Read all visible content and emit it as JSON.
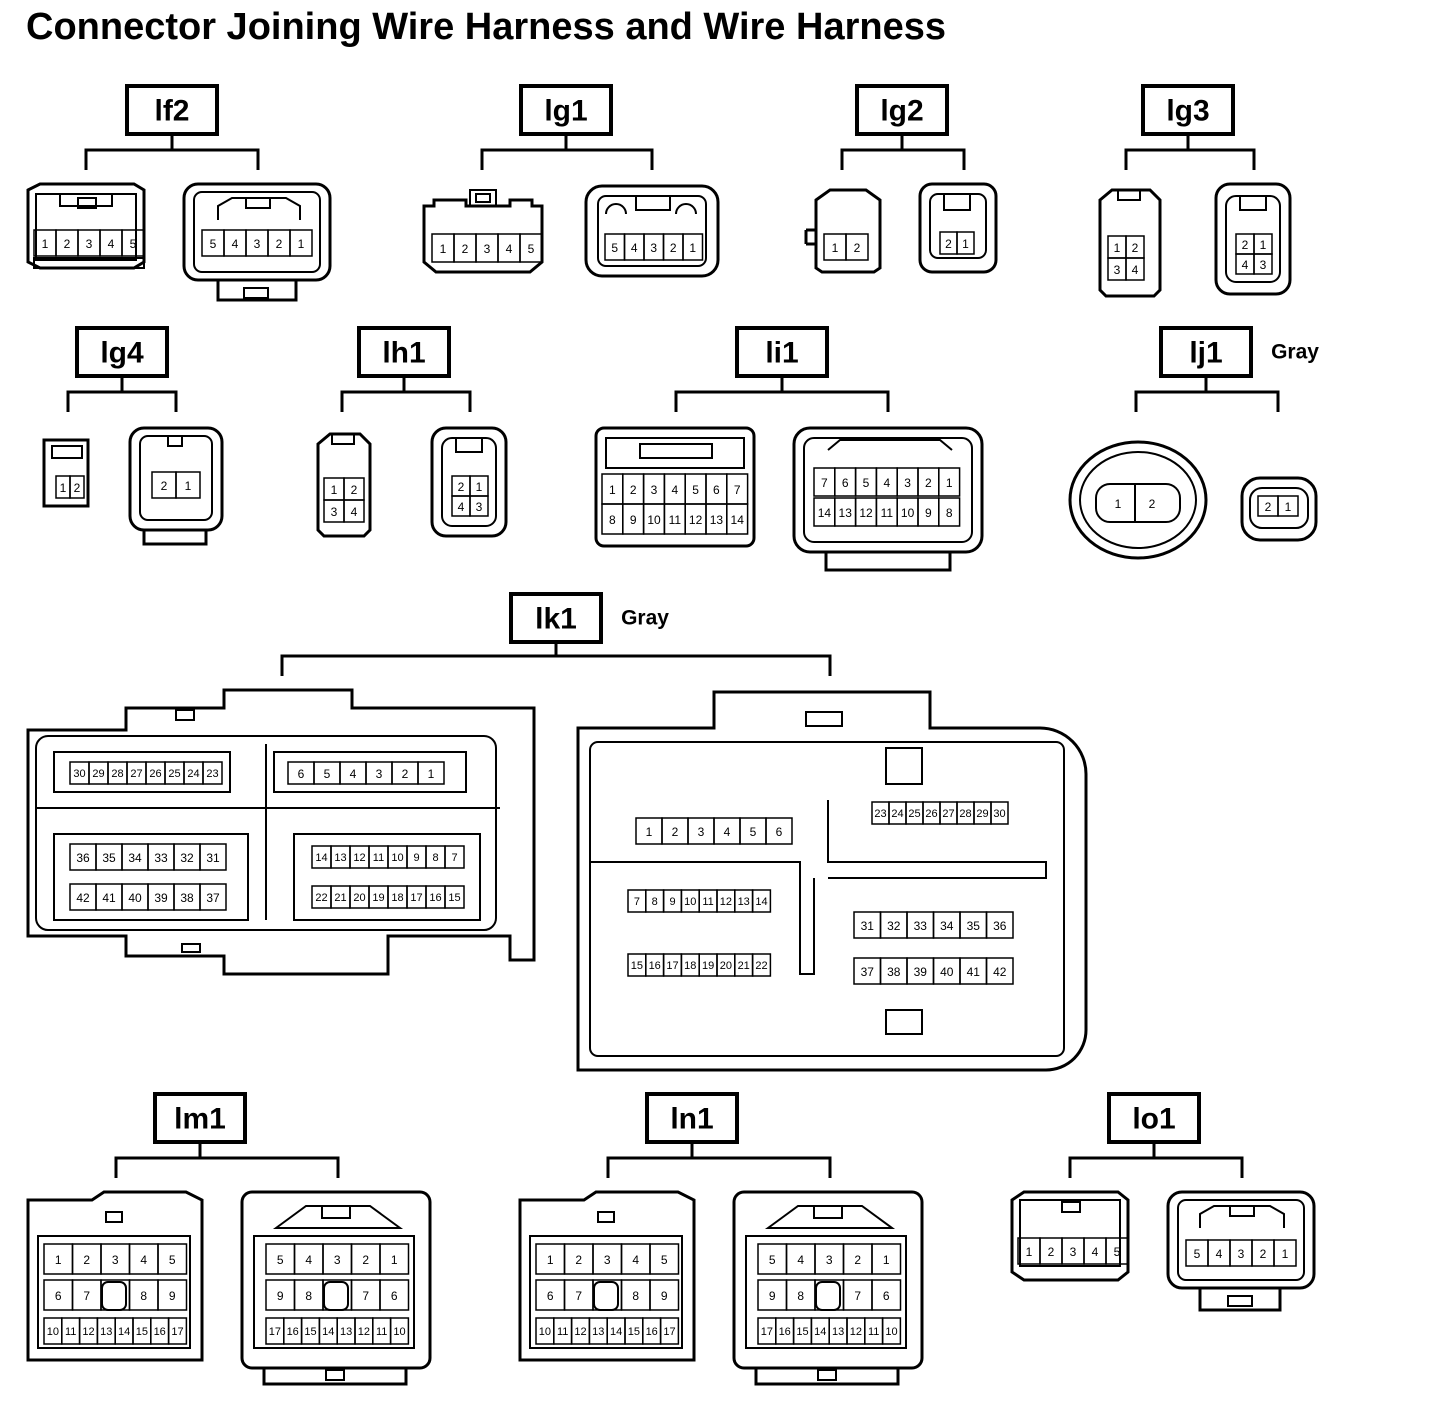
{
  "title": "Connector Joining Wire Harness and Wire Harness",
  "connectors": [
    {
      "id": "lf2",
      "label": "lf2",
      "color": ""
    },
    {
      "id": "lg1",
      "label": "lg1",
      "color": ""
    },
    {
      "id": "lg2",
      "label": "lg2",
      "color": ""
    },
    {
      "id": "lg3",
      "label": "lg3",
      "color": ""
    },
    {
      "id": "lg4",
      "label": "lg4",
      "color": ""
    },
    {
      "id": "lh1",
      "label": "lh1",
      "color": ""
    },
    {
      "id": "li1",
      "label": "li1",
      "color": ""
    },
    {
      "id": "lj1",
      "label": "lj1",
      "color": "Gray"
    },
    {
      "id": "lk1",
      "label": "lk1",
      "color": "Gray"
    },
    {
      "id": "lm1",
      "label": "lm1",
      "color": ""
    },
    {
      "id": "ln1",
      "label": "ln1",
      "color": ""
    },
    {
      "id": "lo1",
      "label": "lo1",
      "color": ""
    }
  ],
  "pins": {
    "lf2": {
      "left": [
        "1",
        "2",
        "3",
        "4",
        "5"
      ],
      "right": [
        "5",
        "4",
        "3",
        "2",
        "1"
      ]
    },
    "lg1": {
      "left": [
        "1",
        "2",
        "3",
        "4",
        "5"
      ],
      "right": [
        "5",
        "4",
        "3",
        "2",
        "1"
      ]
    },
    "lg2": {
      "left": [
        "1",
        "2"
      ],
      "right": [
        "2",
        "1"
      ]
    },
    "lg3": {
      "left": [
        [
          "1",
          "2"
        ],
        [
          "3",
          "4"
        ]
      ],
      "right": [
        [
          "2",
          "1"
        ],
        [
          "4",
          "3"
        ]
      ]
    },
    "lg4": {
      "left": [
        "1",
        "2"
      ],
      "right": [
        "2",
        "1"
      ]
    },
    "lh1": {
      "left": [
        [
          "1",
          "2"
        ],
        [
          "3",
          "4"
        ]
      ],
      "right": [
        [
          "2",
          "1"
        ],
        [
          "4",
          "3"
        ]
      ]
    },
    "li1": {
      "left": [
        [
          "1",
          "2",
          "3",
          "4",
          "5",
          "6",
          "7"
        ],
        [
          "8",
          "9",
          "10",
          "11",
          "12",
          "13",
          "14"
        ]
      ],
      "right": [
        [
          "7",
          "6",
          "5",
          "4",
          "3",
          "2",
          "1"
        ],
        [
          "14",
          "13",
          "12",
          "11",
          "10",
          "9",
          "8"
        ]
      ]
    },
    "lj1": {
      "left": [
        "1",
        "2"
      ],
      "right": [
        "2",
        "1"
      ]
    },
    "lk1": {
      "left": {
        "r1a": [
          "30",
          "29",
          "28",
          "27",
          "26",
          "25",
          "24",
          "23"
        ],
        "r1b": [
          "6",
          "5",
          "4",
          "3",
          "2",
          "1"
        ],
        "r2a": [
          "36",
          "35",
          "34",
          "33",
          "32",
          "31"
        ],
        "r2b": [
          "14",
          "13",
          "12",
          "11",
          "10",
          "9",
          "8",
          "7"
        ],
        "r3a": [
          "42",
          "41",
          "40",
          "39",
          "38",
          "37"
        ],
        "r3b": [
          "22",
          "21",
          "20",
          "19",
          "18",
          "17",
          "16",
          "15"
        ]
      },
      "right": {
        "a": [
          "1",
          "2",
          "3",
          "4",
          "5",
          "6"
        ],
        "b": [
          "23",
          "24",
          "25",
          "26",
          "27",
          "28",
          "29",
          "30"
        ],
        "c": [
          "7",
          "8",
          "9",
          "10",
          "11",
          "12",
          "13",
          "14"
        ],
        "d": [
          "31",
          "32",
          "33",
          "34",
          "35",
          "36"
        ],
        "e": [
          "15",
          "16",
          "17",
          "18",
          "19",
          "20",
          "21",
          "22"
        ],
        "f": [
          "37",
          "38",
          "39",
          "40",
          "41",
          "42"
        ]
      }
    },
    "lm1": {
      "left": [
        [
          "1",
          "2",
          "3",
          "4",
          "5"
        ],
        [
          "6",
          "7",
          "",
          "8",
          "9"
        ],
        [
          "10",
          "11",
          "12",
          "13",
          "14",
          "15",
          "16",
          "17"
        ]
      ],
      "right": [
        [
          "5",
          "4",
          "3",
          "2",
          "1"
        ],
        [
          "9",
          "8",
          "",
          "7",
          "6"
        ],
        [
          "17",
          "16",
          "15",
          "14",
          "13",
          "12",
          "11",
          "10"
        ]
      ]
    },
    "ln1": {
      "left": [
        [
          "1",
          "2",
          "3",
          "4",
          "5"
        ],
        [
          "6",
          "7",
          "",
          "8",
          "9"
        ],
        [
          "10",
          "11",
          "12",
          "13",
          "14",
          "15",
          "16",
          "17"
        ]
      ],
      "right": [
        [
          "5",
          "4",
          "3",
          "2",
          "1"
        ],
        [
          "9",
          "8",
          "",
          "7",
          "6"
        ],
        [
          "17",
          "16",
          "15",
          "14",
          "13",
          "12",
          "11",
          "10"
        ]
      ]
    },
    "lo1": {
      "left": [
        "1",
        "2",
        "3",
        "4",
        "5"
      ],
      "right": [
        "5",
        "4",
        "3",
        "2",
        "1"
      ]
    }
  }
}
